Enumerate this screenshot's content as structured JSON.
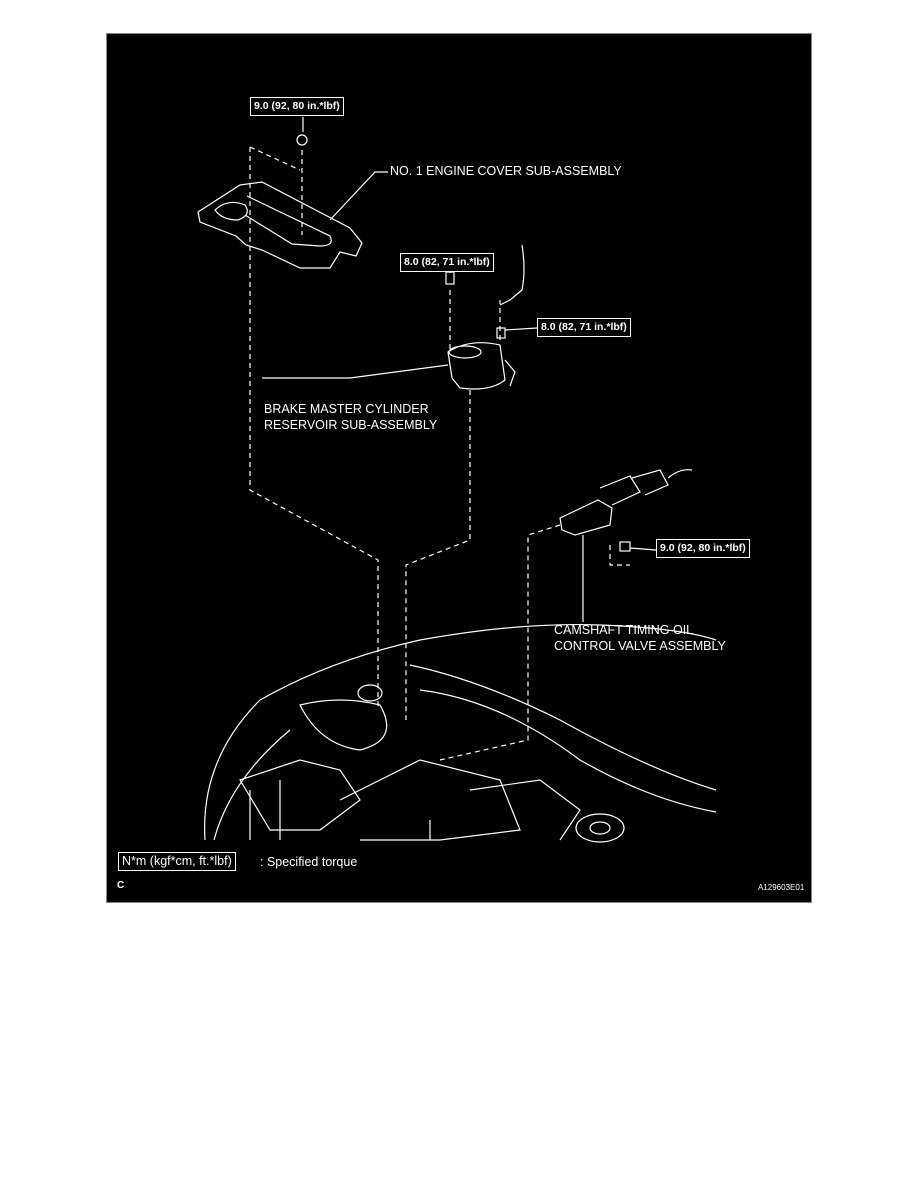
{
  "torque_labels": {
    "engine_cover_nut": "9.0 (92, 80 in.*lbf)",
    "reservoir_bolt_top": "8.0 (82, 71 in.*lbf)",
    "reservoir_bolt_side": "8.0 (82, 71 in.*lbf)",
    "valve_bolt": "9.0 (92, 80 in.*lbf)"
  },
  "part_labels": {
    "engine_cover": "NO. 1 ENGINE COVER SUB-ASSEMBLY",
    "reservoir_line1": "BRAKE MASTER CYLINDER",
    "reservoir_line2": "RESERVOIR SUB-ASSEMBLY",
    "valve_line1": "CAMSHAFT TIMING OIL",
    "valve_line2": "CONTROL VALVE ASSEMBLY"
  },
  "legend": {
    "unit_box": "N*m (kgf*cm, ft.*lbf)",
    "description": ": Specified torque"
  },
  "corner_letter": "C",
  "figure_id": "A129603E01"
}
